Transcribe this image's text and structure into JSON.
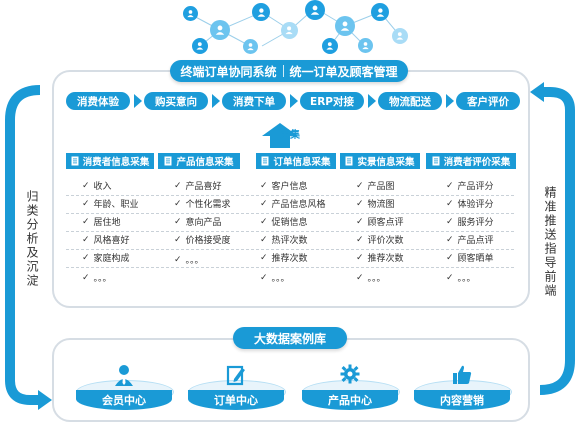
{
  "title": {
    "left": "终端订单协同系统",
    "right": "统一订单及顾客管理"
  },
  "flow": [
    "消费体验",
    "购买意向",
    "消费下单",
    "ERP对接",
    "物流配送",
    "客户评价"
  ],
  "gather_label": "采集",
  "columns": [
    {
      "header": "消费者信息采集",
      "items": [
        "收入",
        "年龄、职业",
        "居住地",
        "风格喜好",
        "家庭构成",
        "。。。"
      ]
    },
    {
      "header": "产品信息采集",
      "items": [
        "产品喜好",
        "个性化需求",
        "意向产品",
        "价格接受度",
        "。。。"
      ]
    },
    {
      "header": "订单信息采集",
      "items": [
        "客户信息",
        "产品信息风格",
        "促销信息",
        "热评次数",
        "推荐次数",
        "。。。"
      ]
    },
    {
      "header": "实景信息采集",
      "items": [
        "产品图",
        "物流图",
        "顾客点评",
        "评价次数",
        "推荐次数",
        "。。。"
      ]
    },
    {
      "header": "消费者评价采集",
      "items": [
        "产品评分",
        "体验评分",
        "服务评分",
        "产品点评",
        "顾客晒单",
        "。。。"
      ]
    }
  ],
  "left_side_label": "归类分析及沉淀",
  "right_side_label": "精准推送指导前端",
  "database_label": "大数据案例库",
  "centers": [
    {
      "label": "会员中心",
      "icon": "person-icon"
    },
    {
      "label": "订单中心",
      "icon": "edit-icon"
    },
    {
      "label": "产品中心",
      "icon": "gear-icon"
    },
    {
      "label": "内容营销",
      "icon": "thumbs-up-icon"
    }
  ],
  "colors": {
    "primary": "#1a9ad6",
    "frame": "#d6dde4",
    "light": "#6cc4ef"
  }
}
